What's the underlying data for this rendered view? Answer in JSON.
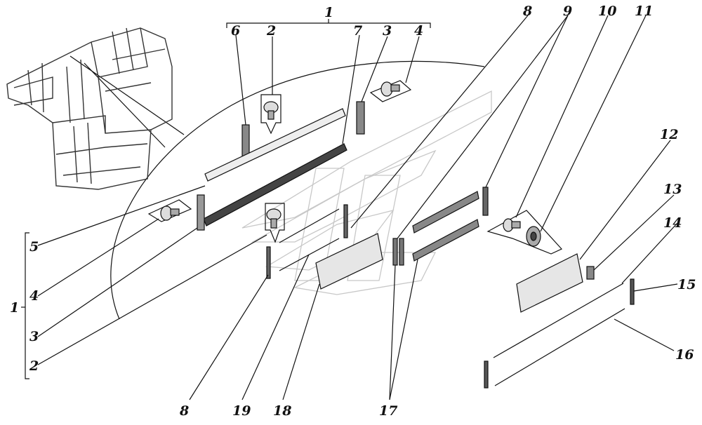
{
  "callouts": {
    "c1_top": "1",
    "c1_left": "1",
    "c2_top": "2",
    "c2_left": "2",
    "c3_top": "3",
    "c3_left": "3",
    "c4_top": "4",
    "c4_left": "4",
    "c5": "5",
    "c6": "6",
    "c7": "7",
    "c8_top": "8",
    "c8_bottom": "8",
    "c9": "9",
    "c10": "10",
    "c11": "11",
    "c12": "12",
    "c13": "13",
    "c14": "14",
    "c15": "15",
    "c16": "16",
    "c17": "17",
    "c18": "18",
    "c19": "19"
  },
  "colors": {
    "ink": "#111111",
    "glass": "#e6e6e6",
    "seal": "#555555",
    "watermark": "#c8c8c8"
  }
}
